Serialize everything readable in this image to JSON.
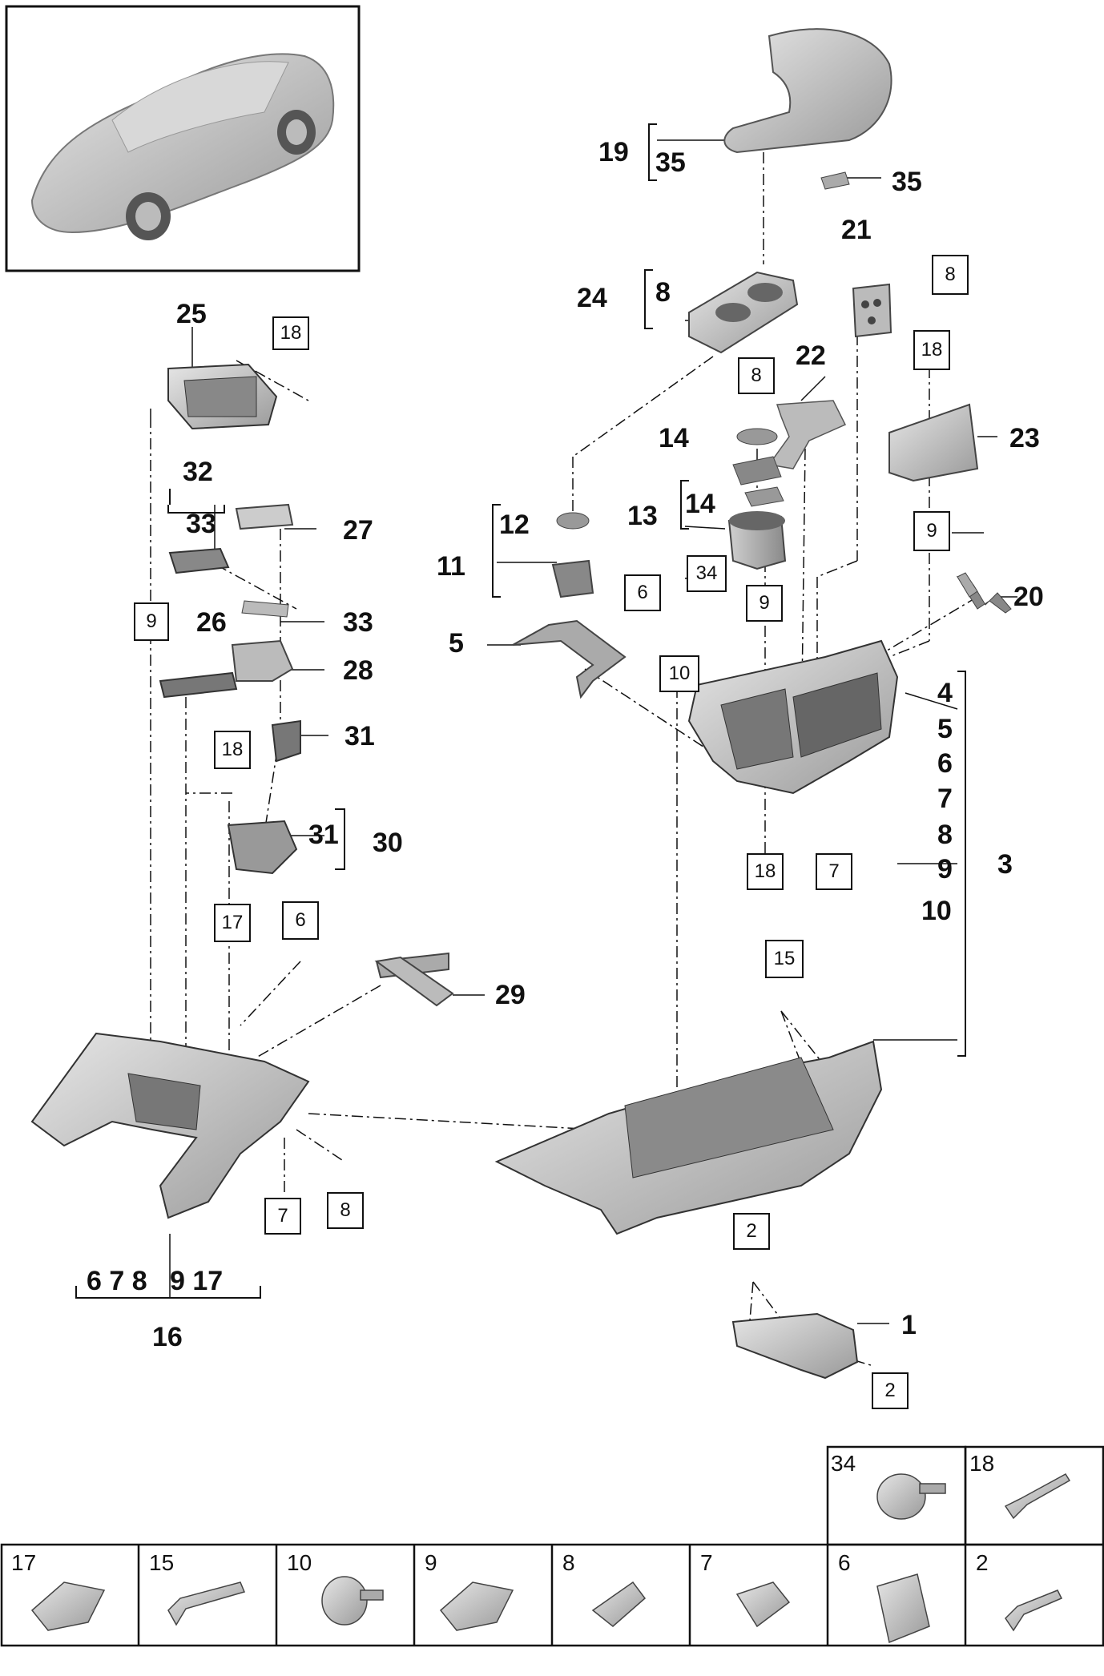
{
  "callouts": {
    "n1": "1",
    "n3": "3",
    "n4": "4",
    "n5": "5",
    "n5b": "5",
    "n6": "6",
    "n7": "7",
    "n8": "8",
    "n9": "9",
    "n10": "10",
    "n11": "11",
    "n12": "12",
    "n13": "13",
    "n14a": "14",
    "n14b": "14",
    "n16": "16",
    "n19": "19",
    "n20": "20",
    "n21": "21",
    "n22": "22",
    "n23": "23",
    "n24": "24",
    "n8b": "8",
    "n25": "25",
    "n26": "26",
    "n27": "27",
    "n28": "28",
    "n29": "29",
    "n30": "30",
    "n31a": "31",
    "n31b": "31",
    "n32": "32",
    "n33a": "33",
    "n33b": "33",
    "n35a": "35",
    "n35b": "35",
    "group16": "6 7 8   9 17"
  },
  "boxed": {
    "b18_top": "18",
    "b8_right": "8",
    "b18_right": "18",
    "b8_mid": "8",
    "b9_right": "9",
    "b6_mid": "6",
    "b34_mid": "34",
    "b9_mid": "9",
    "b10_mid": "10",
    "b18_low": "18",
    "b7_low": "7",
    "b9_left": "9",
    "b18_left": "18",
    "b17_left": "17",
    "b6_left": "6",
    "b7_bottom": "7",
    "b8_bottom": "8",
    "b15": "15",
    "b2_top": "2",
    "b2_bottom": "2"
  },
  "legend": {
    "top": [
      "34",
      "18"
    ],
    "bottom": [
      "17",
      "15",
      "10",
      "9",
      "8",
      "7",
      "6",
      "2"
    ]
  }
}
